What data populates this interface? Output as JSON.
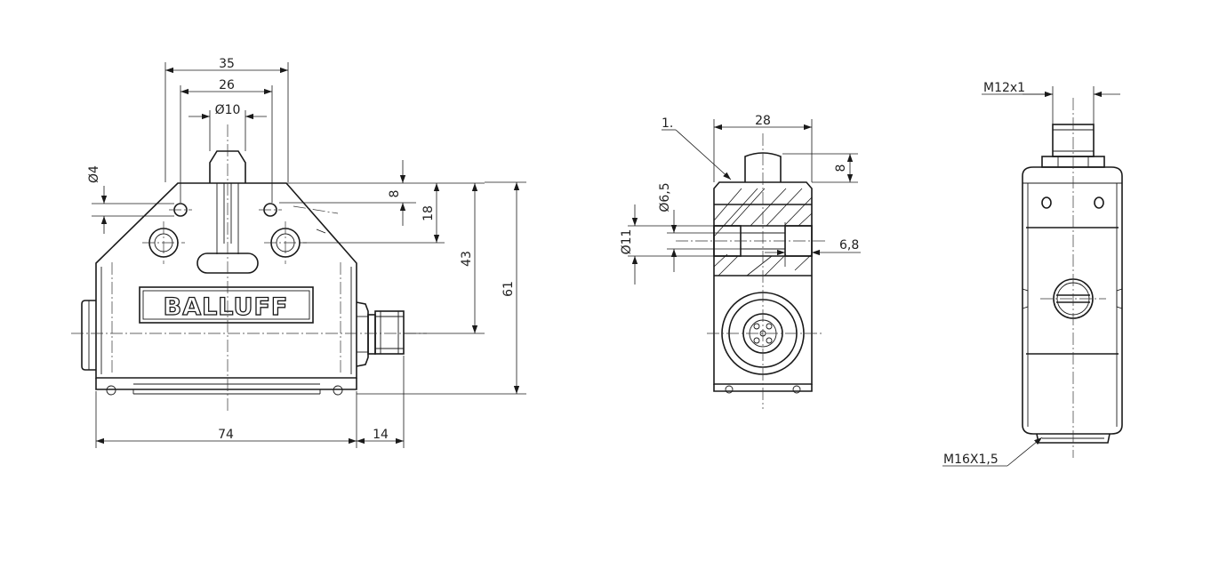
{
  "brand": "BALLUFF",
  "front_view": {
    "dim_width_top": "35",
    "dim_width_inner": "26",
    "dim_plunger_dia": "Ø10",
    "dim_hole_dia": "Ø4",
    "dim_plunger_h": "8",
    "dim_hole_h": "18",
    "dim_connector_h": "43",
    "dim_total_h": "61",
    "dim_body_w": "74",
    "dim_connector_w": "14"
  },
  "side_view": {
    "dim_width": "28",
    "dim_plunger_h": "8",
    "note_label": "1.",
    "dim_bore_small": "Ø6,5",
    "dim_bore_large": "Ø11",
    "dim_depth": "6,8"
  },
  "rear_view": {
    "thread_top": "M12x1",
    "thread_bottom": "M16X1,5"
  }
}
